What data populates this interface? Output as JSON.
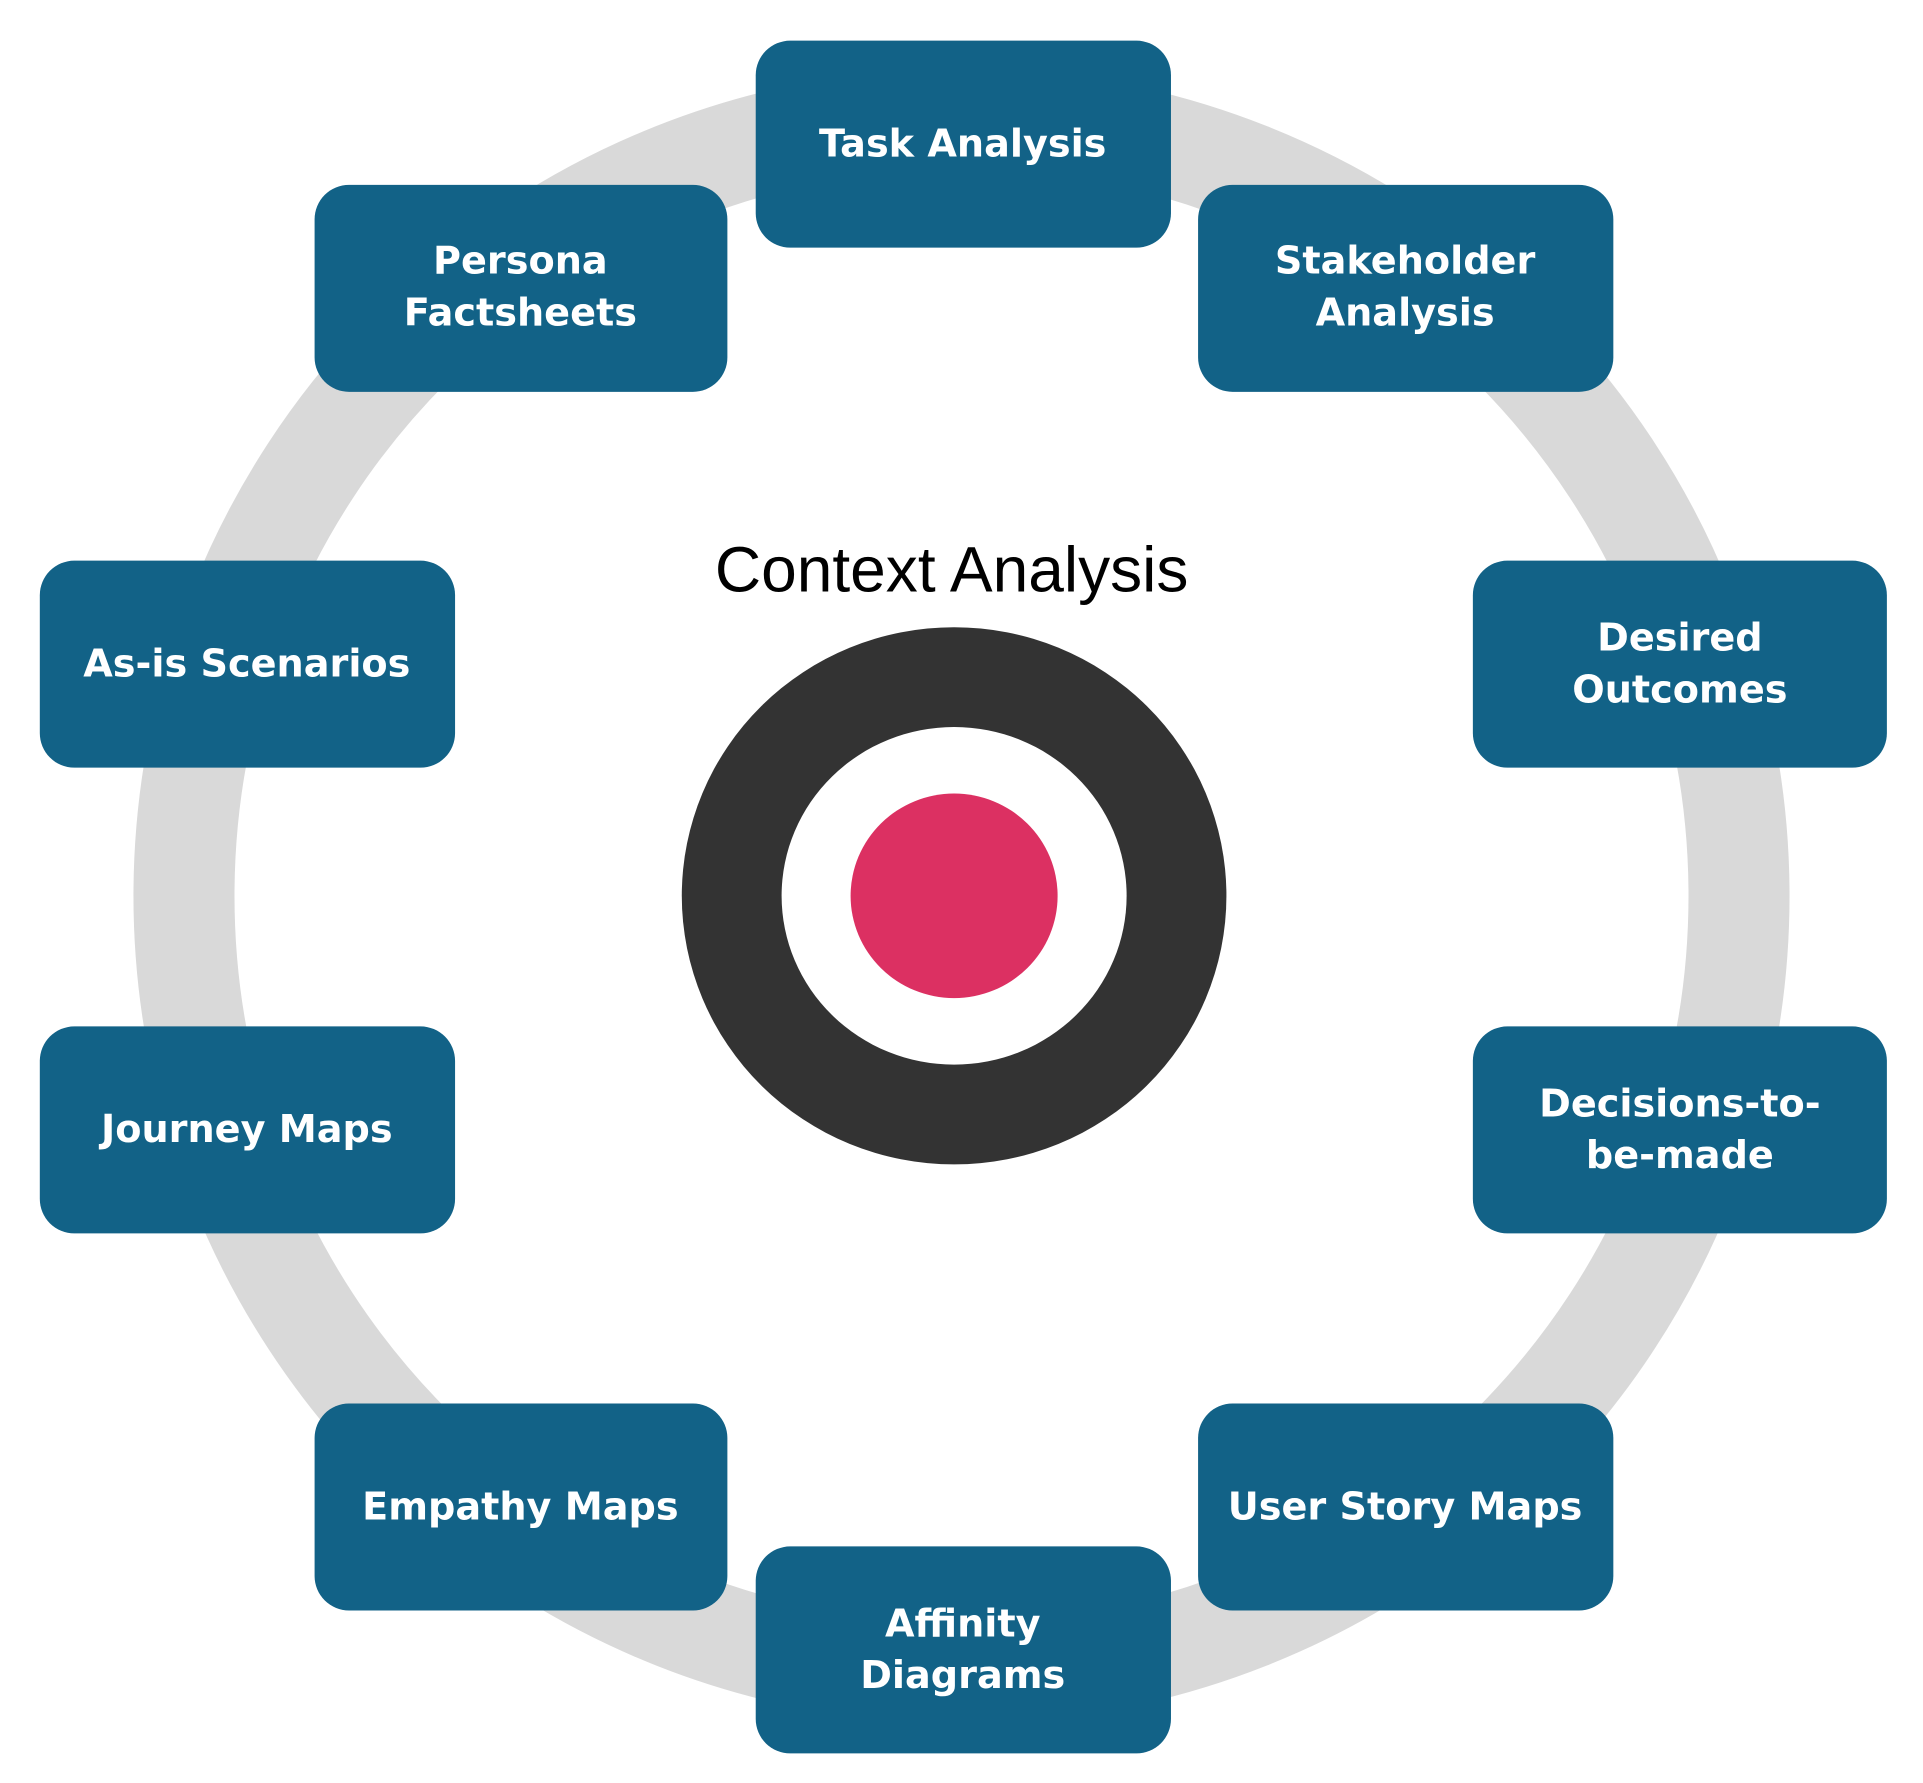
{
  "title": "Context Analysis",
  "colors": {
    "box": "#126287",
    "ring": "#d9d9d9",
    "target_outer": "#333333",
    "target_center": "#dc3062"
  },
  "items": [
    {
      "lines": [
        "Task Analysis"
      ]
    },
    {
      "lines": [
        "Stakeholder",
        "Analysis"
      ]
    },
    {
      "lines": [
        "Desired",
        "Outcomes"
      ]
    },
    {
      "lines": [
        "Decisions-to-",
        "be-made"
      ]
    },
    {
      "lines": [
        "User Story Maps"
      ]
    },
    {
      "lines": [
        "Affinity",
        "Diagrams"
      ]
    },
    {
      "lines": [
        "Empathy Maps"
      ]
    },
    {
      "lines": [
        "Journey Maps"
      ]
    },
    {
      "lines": [
        "As-is Scenarios"
      ]
    },
    {
      "lines": [
        "Persona",
        "Factsheets"
      ]
    }
  ]
}
